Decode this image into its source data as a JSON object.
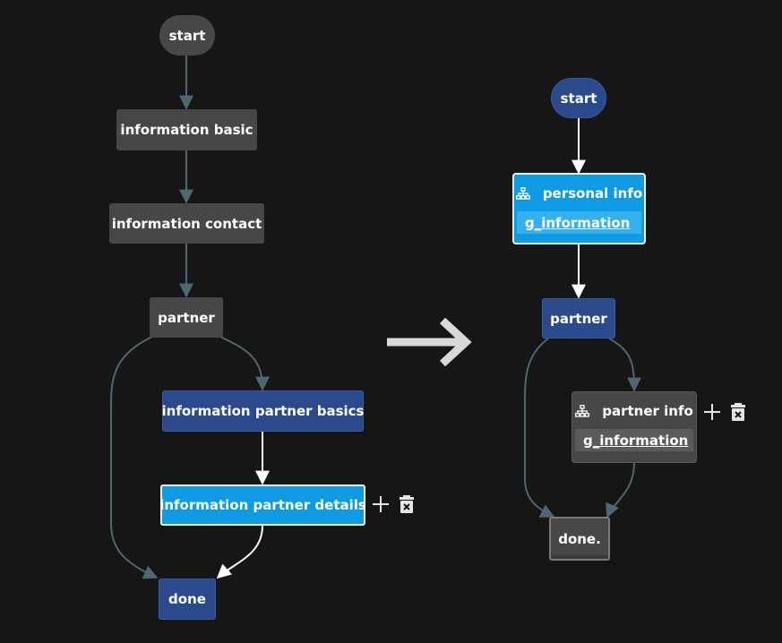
{
  "left": {
    "start": "start",
    "info_basic": "information basic",
    "info_contact": "information contact",
    "partner": "partner",
    "partner_basics": "information partner basics",
    "partner_details": "information partner details",
    "done": "done"
  },
  "right": {
    "start": "start",
    "personal_info": {
      "title": "personal info",
      "sub": "g_information"
    },
    "partner": "partner",
    "partner_info": {
      "title": "partner info",
      "sub": "g_information"
    },
    "done": "done."
  },
  "icons": [
    "hierarchy-icon",
    "plus-icon",
    "trash-icon",
    "arrow-right-icon"
  ],
  "colors": {
    "background": "#161617",
    "gray_node": "#474747",
    "dark_blue": "#2b4a8c",
    "light_blue": "#0f9ae4",
    "edge_gray": "#4e6770"
  }
}
